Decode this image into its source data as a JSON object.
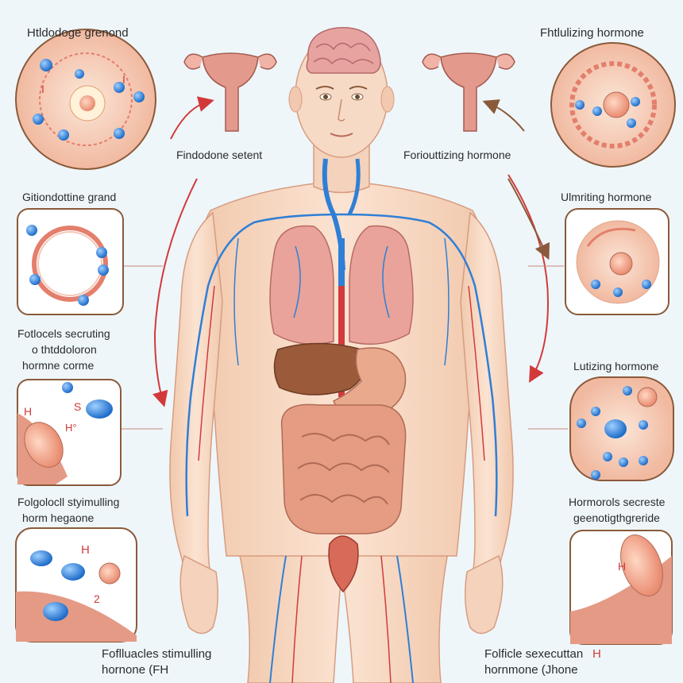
{
  "labels": {
    "top_left": "Htldodoge grenond",
    "top_right": "Fhtlulizing hormone",
    "center_left": "Findodone setent",
    "center_right": "Foriouttizing hormone",
    "left_2": "Gitiondottine grand",
    "right_2": "Ulmriting hormone",
    "left_3_line1": "Fotlocels secruting",
    "left_3_line2": "o thtddoloron",
    "left_3_line3": "hormne corme",
    "right_3": "Lutizing hormone",
    "left_4_line1": "Folgolocll styimulling",
    "left_4_line2": "horm hegaone",
    "right_4_line1": "Hormorols secreste",
    "right_4_line2": "geenotigthgreride",
    "bottom_left_line1": "Foflluacles stimulling",
    "bottom_left_line2": "hornone (FH",
    "bottom_right_line1": "Folficle sexecuttan",
    "bottom_right_line2": "hornmone (Jhone",
    "bottom_right_mark": "H"
  },
  "cell_marks": {
    "c2_left": "I",
    "c2_right": "I",
    "c4_h1": "H",
    "c4_s": "S",
    "c4_h2": "H°",
    "c6_h": "H",
    "c6_2": "2",
    "c7_h": "H"
  },
  "colors": {
    "background": "#eef6fa",
    "skin": "#f6d8c3",
    "vein_blue": "#2f7fd6",
    "artery_red": "#d13b3b",
    "arrow_red": "#d23a3a",
    "organ_pink": "#e9a39a",
    "molecule_blue": "#2f86e0"
  },
  "icons": [
    "uterus-icon",
    "brain-icon",
    "lungs-icon",
    "liver-icon",
    "stomach-icon",
    "intestine-icon",
    "bladder-icon",
    "cell-icon",
    "molecule-icon",
    "arrow-icon"
  ]
}
